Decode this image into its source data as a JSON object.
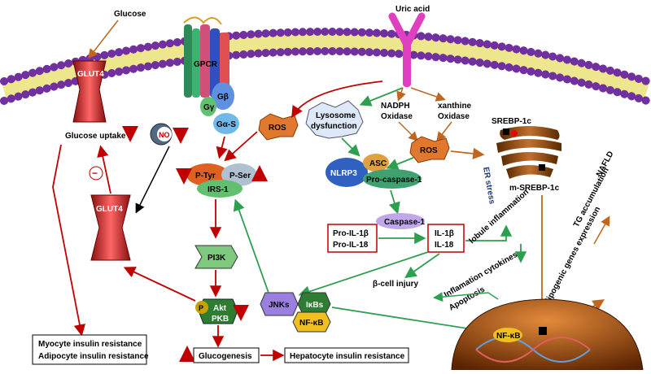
{
  "labels": {
    "glucose": "Glucose",
    "uric_acid": "Uric acid",
    "glut4_top": "GLUT4",
    "glut4_mid": "GLUT4",
    "gpcr": "GPCR",
    "g_beta": "Gβ",
    "g_gamma": "Gγ",
    "g_alpha_s": "Gα-S",
    "glucose_uptake": "Glucose uptake",
    "no": "NO",
    "ros_left": "ROS",
    "ros_right": "ROS",
    "lysosome_line1": "Lysosome",
    "lysosome_line2": "dysfunction",
    "nadph_line1": "NADPH",
    "nadph_line2": "Oxidase",
    "xanthine_line1": "xanthine",
    "xanthine_line2": "Oxidase",
    "srebp_1c": "SREBP-1c",
    "m_srebp_1c": "m-SREBP-1c",
    "er_stress": "ER stress",
    "asc": "ASC",
    "nlrp3": "NLRP3",
    "pro_caspase": "Pro-caspase-1",
    "caspase": "Caspase-1",
    "pro_il1b": "Pro-IL-1β",
    "pro_il18": "Pro-IL-18",
    "il1b": "IL-1β",
    "il18": "IL-18",
    "p_tyr": "P-Tyr",
    "p_ser": "P-Ser",
    "irs1": "IRS-1",
    "pi3k": "PI3K",
    "akt": "Akt",
    "pkb": "PKB",
    "p": "P",
    "jnks": "JNKs",
    "ikbs": "IκBs",
    "nfkb": "NF-κB",
    "nfkb_nucleus": "NF-κB",
    "lobule_inflammation": "lobule inflammation",
    "inflammation_cytokines": "Inflamation cytokines",
    "apoptosis": "Apoptosis",
    "beta_cell": "β-cell injury",
    "lipogenic": "lipogenic genes expression",
    "tg_accumulation": "TG accumulation",
    "nafld": "NAFLD",
    "myocyte": "Myocyte insulin resistance",
    "adipocyte": "Adipocyte insulin resistance",
    "glucogenesis": "Glucogenesis",
    "hepatocyte": "Hepatocyte insulin resistance",
    "minus": "−"
  },
  "colors": {
    "membrane": "#7030a0",
    "inhibit": "#c00000",
    "activate": "#2e9e4f",
    "brown": "#c0661e",
    "uric_acid": "#e040c0"
  }
}
